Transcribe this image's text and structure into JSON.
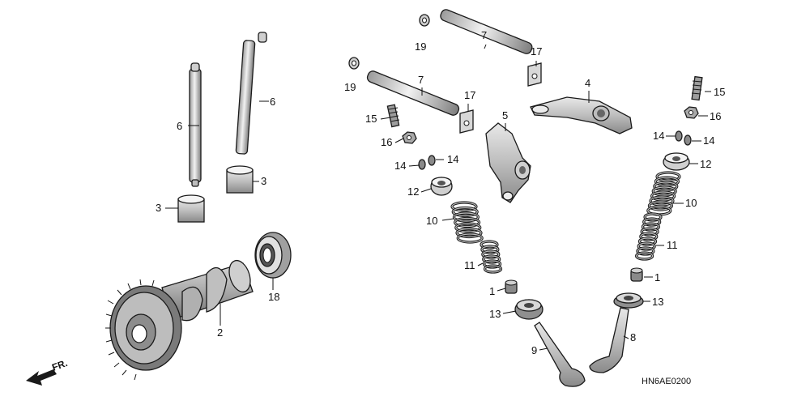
{
  "diagram": {
    "code": "HN6AE0200",
    "direction_label": "FR.",
    "callouts": {
      "c1a": "1",
      "c1b": "1",
      "c2": "2",
      "c3a": "3",
      "c3b": "3",
      "c4": "4",
      "c5": "5",
      "c6a": "6",
      "c6b": "6",
      "c7a": "7",
      "c7b": "7",
      "c8": "8",
      "c9": "9",
      "c10a": "10",
      "c10b": "10",
      "c11a": "11",
      "c11b": "11",
      "c12a": "12",
      "c12b": "12",
      "c13a": "13",
      "c13b": "13",
      "c14a": "14",
      "c14b": "14",
      "c14c": "14",
      "c14d": "14",
      "c15a": "15",
      "c15b": "15",
      "c16a": "16",
      "c16b": "16",
      "c17a": "17",
      "c17b": "17",
      "c18": "18",
      "c19a": "19",
      "c19b": "19"
    }
  }
}
